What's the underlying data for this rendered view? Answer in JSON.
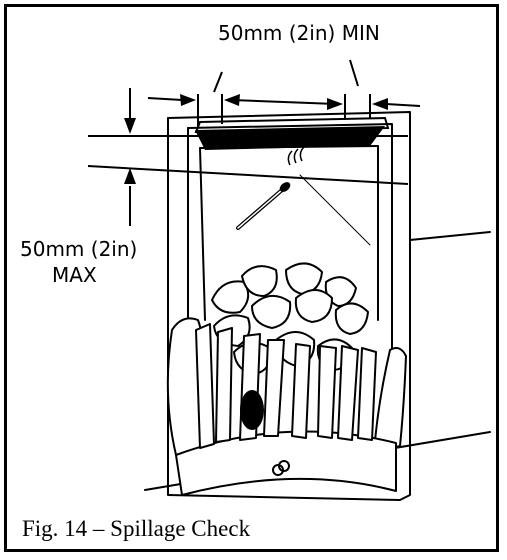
{
  "labels": {
    "min_gap": "50mm (2in) MIN",
    "max_gap_line1": "50mm (2in)",
    "max_gap_line2": "MAX"
  },
  "caption": "Fig. 14 – Spillage Check",
  "colors": {
    "ink": "#000000",
    "paper": "#ffffff"
  }
}
